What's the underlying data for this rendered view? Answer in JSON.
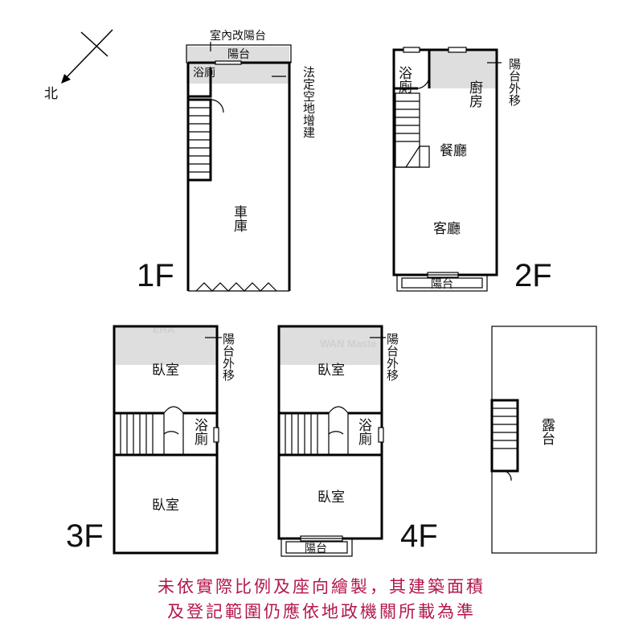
{
  "compass": {
    "north": "北"
  },
  "floor_labels": {
    "f1": "1F",
    "f2": "2F",
    "f3": "3F",
    "f4": "4F"
  },
  "floor1": {
    "indoor_balcony_note": "室內改陽台",
    "balcony": "陽台",
    "bathroom": "浴廁",
    "extension_note": "法定空地增建",
    "garage": "車庫"
  },
  "floor2": {
    "bathroom": "浴廁",
    "kitchen": "廚房",
    "balcony_moved_note": "陽台外移",
    "dining": "餐廳",
    "living": "客廳",
    "balcony": "陽台"
  },
  "floor3": {
    "bedroom_front": "臥室",
    "balcony_moved_note": "陽台外移",
    "bathroom": "浴廁",
    "bedroom_back": "臥室"
  },
  "floor4": {
    "bedroom_front": "臥室",
    "balcony_moved_note": "陽台外移",
    "bathroom": "浴廁",
    "bedroom_back": "臥室",
    "balcony": "陽台"
  },
  "roof": {
    "terrace": "露台"
  },
  "watermark": {
    "left": "ERA",
    "right": "WAN Maste"
  },
  "disclaimer": {
    "line1": "未依實際比例及座向繪製，其建築面積",
    "line2": "及登記範圍仍應依地政機關所載為準"
  },
  "colors": {
    "disclaimer": "#b3174a",
    "shade": "#dedede",
    "wall": "#000000"
  }
}
